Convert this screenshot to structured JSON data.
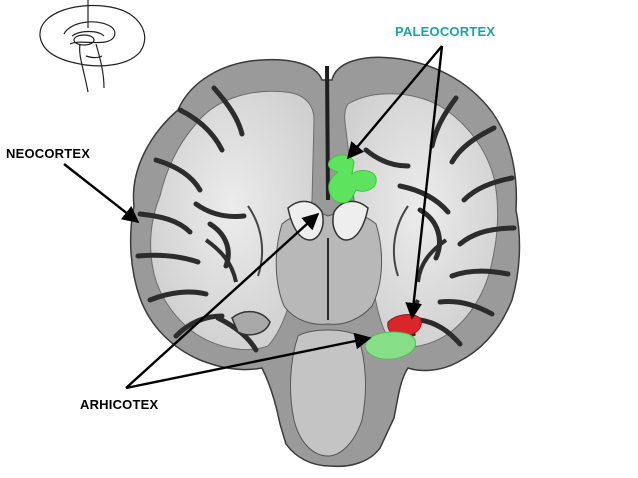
{
  "labels": {
    "paleocortex": "PALEOCORTEX",
    "neocortex": "NEOCORTEX",
    "archicortex": "ARHICOTEX"
  },
  "colors": {
    "background": "#ffffff",
    "label_text": "#000000",
    "paleocortex_label": "#1aa3a3",
    "paleocortex_region": "#5ee35e",
    "archicortex_region_red": "#d8262a",
    "archicortex_region_green": "#86df86",
    "white_matter": "#e4e4e4",
    "gray_matter": "#8a8a8a",
    "sulcus": "#2e2e2e"
  },
  "figure": {
    "type": "coronal brain section",
    "inset": "orientation sketch of brain"
  }
}
